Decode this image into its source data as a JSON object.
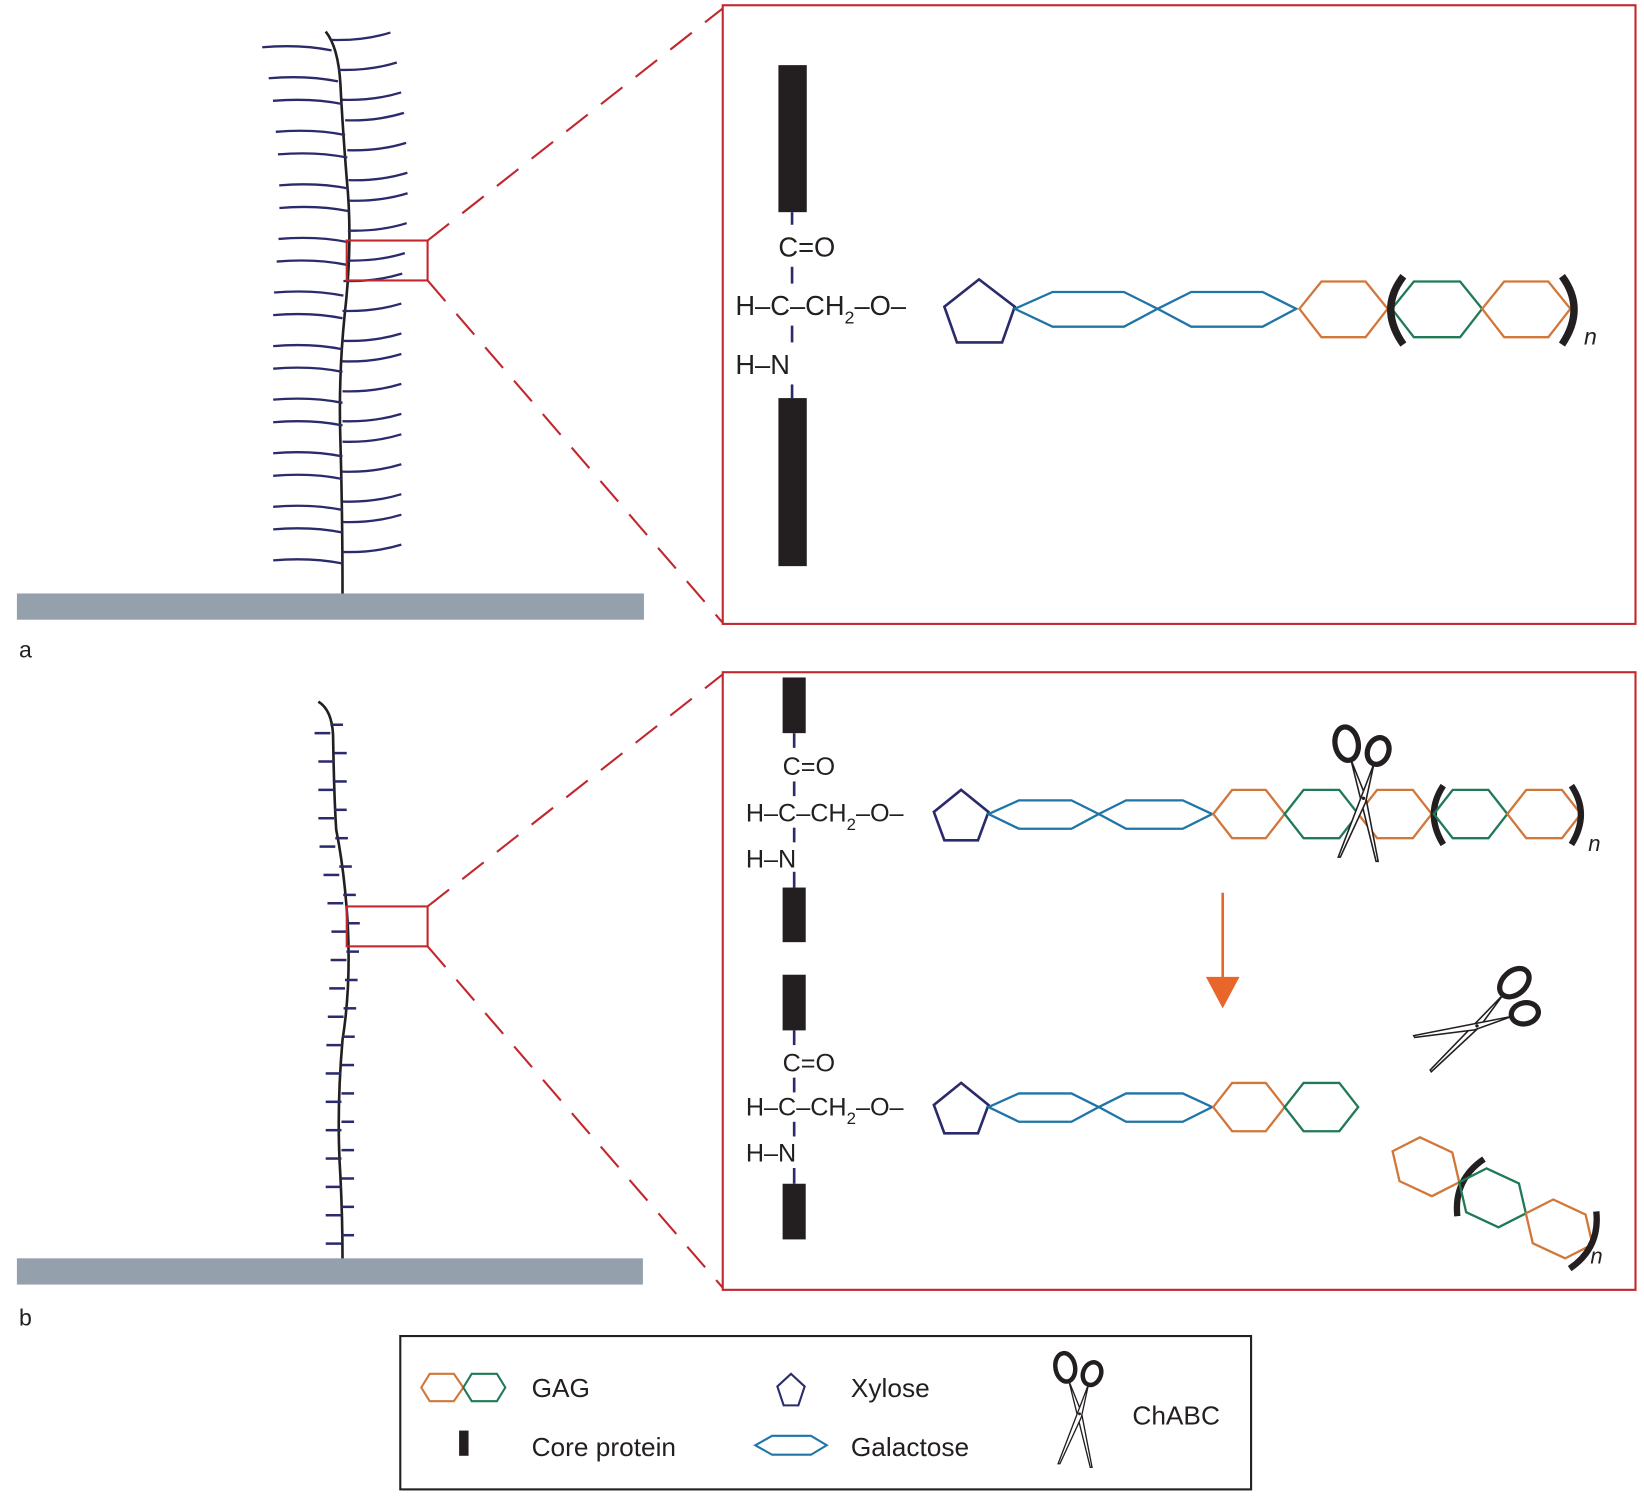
{
  "panels": {
    "a": {
      "label": "a",
      "formula": {
        "carbonyl": "C=O",
        "backbone_left": "H–C–CH",
        "subscript": "2",
        "backbone_right": "–O–",
        "amine": "H–N"
      },
      "repeat_subscript": "n"
    },
    "b": {
      "label": "b",
      "before": {
        "carbonyl": "C=O",
        "backbone_left": "H–C–CH",
        "subscript": "2",
        "backbone_right": "–O–",
        "amine": "H–N",
        "repeat_subscript": "n"
      },
      "after": {
        "carbonyl": "C=O",
        "backbone_left": "H–C–CH",
        "subscript": "2",
        "backbone_right": "–O–",
        "amine": "H–N",
        "fragment_repeat_subscript": "n"
      }
    }
  },
  "legend": {
    "items": [
      {
        "label": "GAG",
        "icon": "gag-hexagon-pair-icon"
      },
      {
        "label": "Xylose",
        "icon": "xylose-pentagon-icon"
      },
      {
        "label": "ChABC",
        "icon": "scissors-icon"
      },
      {
        "label": "Core protein",
        "icon": "core-protein-bar-icon"
      },
      {
        "label": "Galactose",
        "icon": "galactose-hexagon-icon"
      }
    ]
  },
  "colors": {
    "frame_red": "#c1272d",
    "chain_navy": "#2b2a6b",
    "galactose_blue": "#1f75a8",
    "gag_orange": "#d2773a",
    "gag_green": "#1f7a55",
    "arrow_orange": "#e8662a",
    "substrate_gray": "#94a1ad",
    "black": "#231f20"
  }
}
